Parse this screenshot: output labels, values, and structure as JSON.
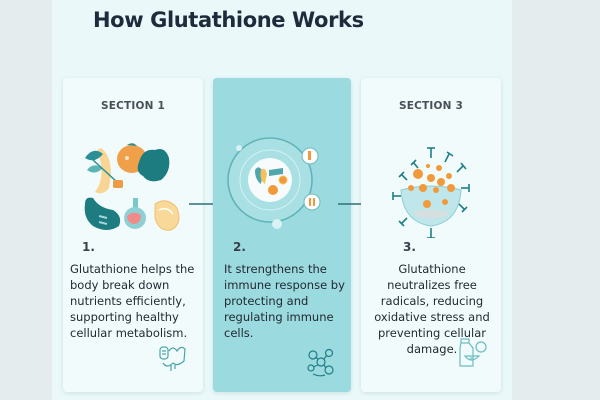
{
  "title": "How Glutathione Works",
  "colors": {
    "background": "#e4ecee",
    "panel": "#eaf8f9",
    "card": "#f1fbfc",
    "card_highlight": "#9bdadf",
    "accent_teal": "#1f7f87",
    "accent_orange": "#f29a3a",
    "title_text": "#1e2b3c"
  },
  "sections": [
    {
      "label": "SECTION 1",
      "number": "1.",
      "illustration": "foods-icon",
      "description": "Glutathione helps the body break down nutrients efficiently, supporting healthy cellular metabolism.",
      "corner_icon": "digestive-system-icon"
    },
    {
      "label": "",
      "number": "2.",
      "illustration": "immune-cell-icon",
      "description": "It strengthens the immune response by protecting and regulating immune cells.",
      "corner_icon": "immune-network-icon"
    },
    {
      "label": "SECTION 3",
      "number": "3.",
      "illustration": "antioxidant-bowl-icon",
      "description": "Glutathione neutralizes free radicals, reducing oxidative stress and preventing cellular damage.",
      "corner_icon": "supplement-bottle-icon"
    }
  ],
  "arrows": [
    "arrow-right-icon",
    "arrow-right-icon"
  ]
}
